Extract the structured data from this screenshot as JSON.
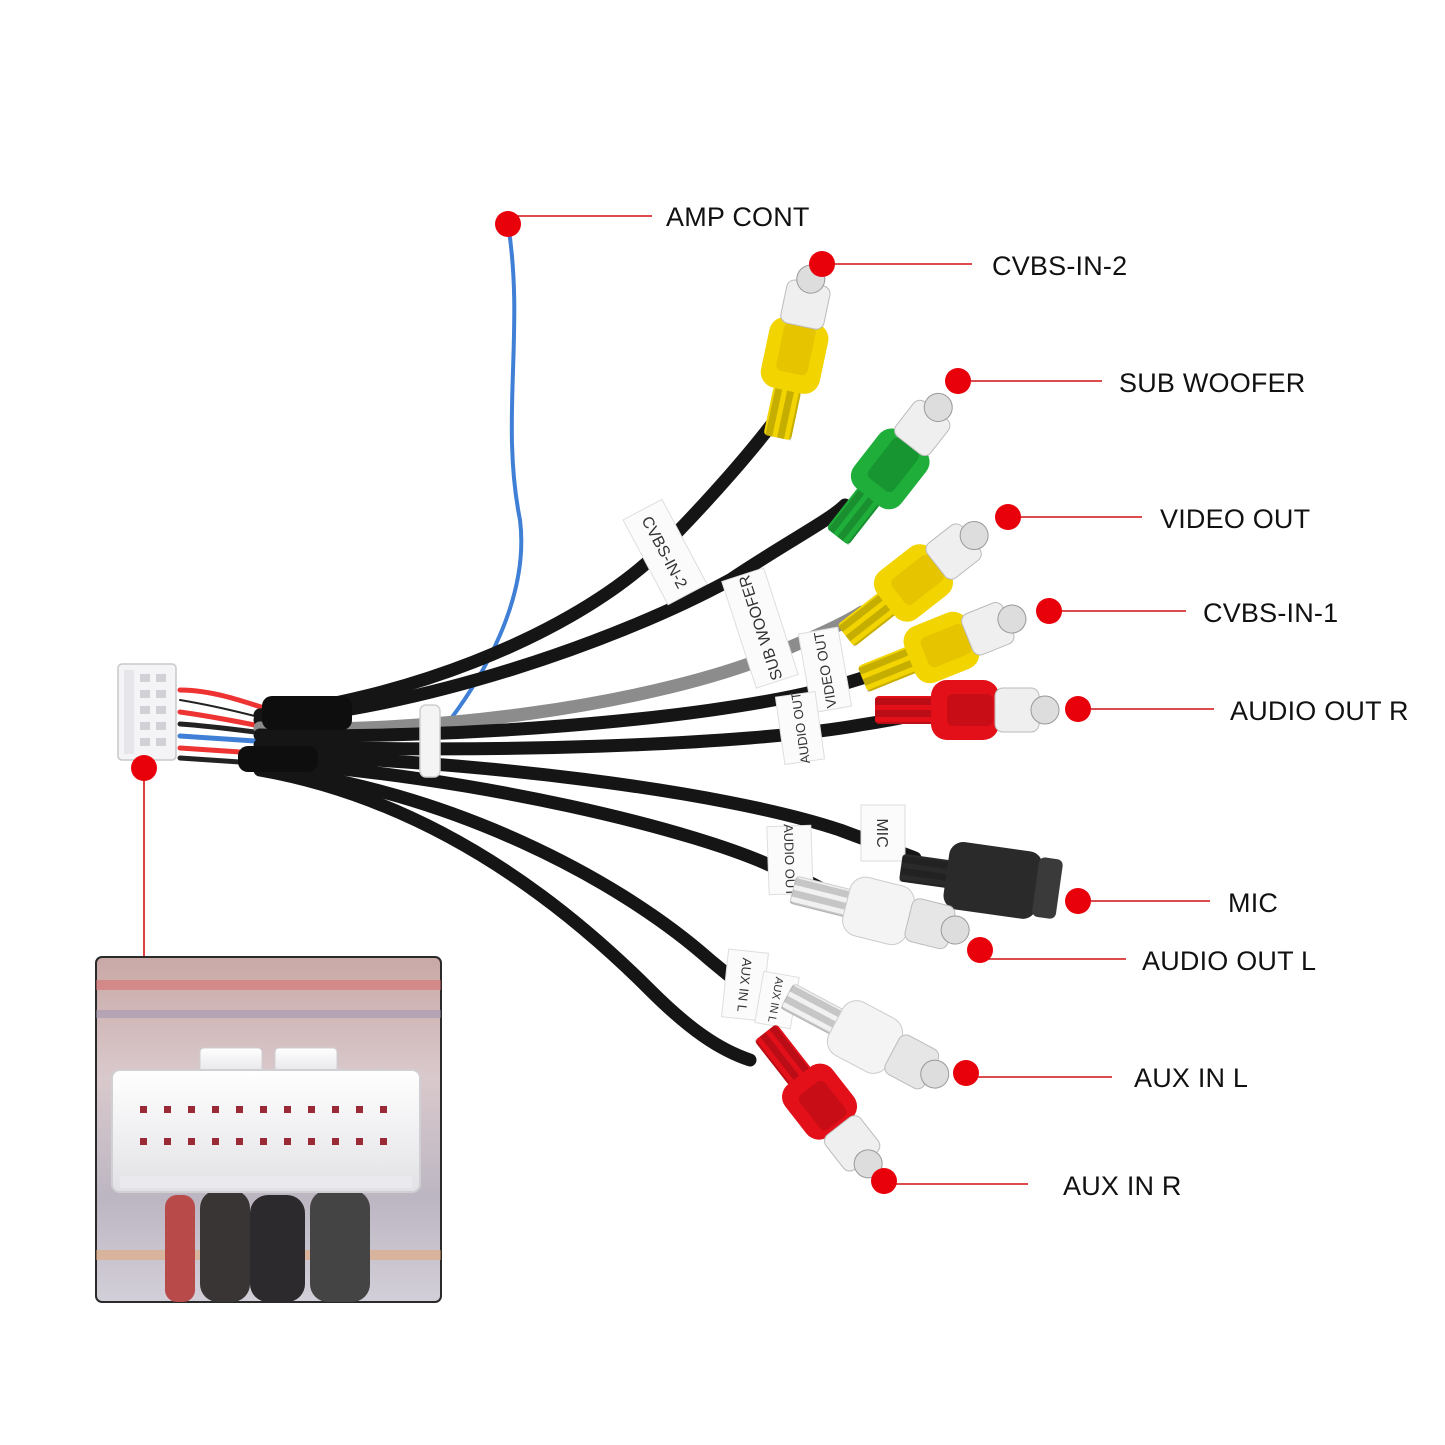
{
  "callouts": {
    "amp_cont": "AMP CONT",
    "cvbs_in_2": "CVBS-IN-2",
    "sub_woofer": "SUB WOOFER",
    "video_out": "VIDEO OUT",
    "cvbs_in_1": "CVBS-IN-1",
    "audio_out_r": "AUDIO OUT R",
    "mic": "MIC",
    "audio_out_l": "AUDIO OUT L",
    "aux_in_l": "AUX IN L",
    "aux_in_r": "AUX IN R"
  },
  "cable_tags": {
    "cvbs_in_2": "CVBS-IN-2",
    "sub_woofer": "SUB WOOFER",
    "video_out": "VIDEO OUT",
    "audio_out": "AUDIO OUT",
    "mic": "MIC",
    "audio_out_2": "AUDIO OUT",
    "aux_in_l": "AUX IN L",
    "aux_in_l_2": "AUX IN L"
  },
  "colors": {
    "marker": "#e8000b",
    "leader_line": "#d01010",
    "cable": "#151515",
    "amp_wire": "#3f7fd6",
    "gray_cable": "#8c8c8c",
    "rca_yellow": "#f2d400",
    "rca_green": "#1fae3a",
    "rca_red": "#e3101a",
    "rca_white": "#f1f1f1",
    "mic_jack": "#2a2a2a",
    "connector_body": "#f4f4f6"
  },
  "icons": {
    "inset": "connector-closeup-icon",
    "connector": "harness-plug-icon"
  }
}
